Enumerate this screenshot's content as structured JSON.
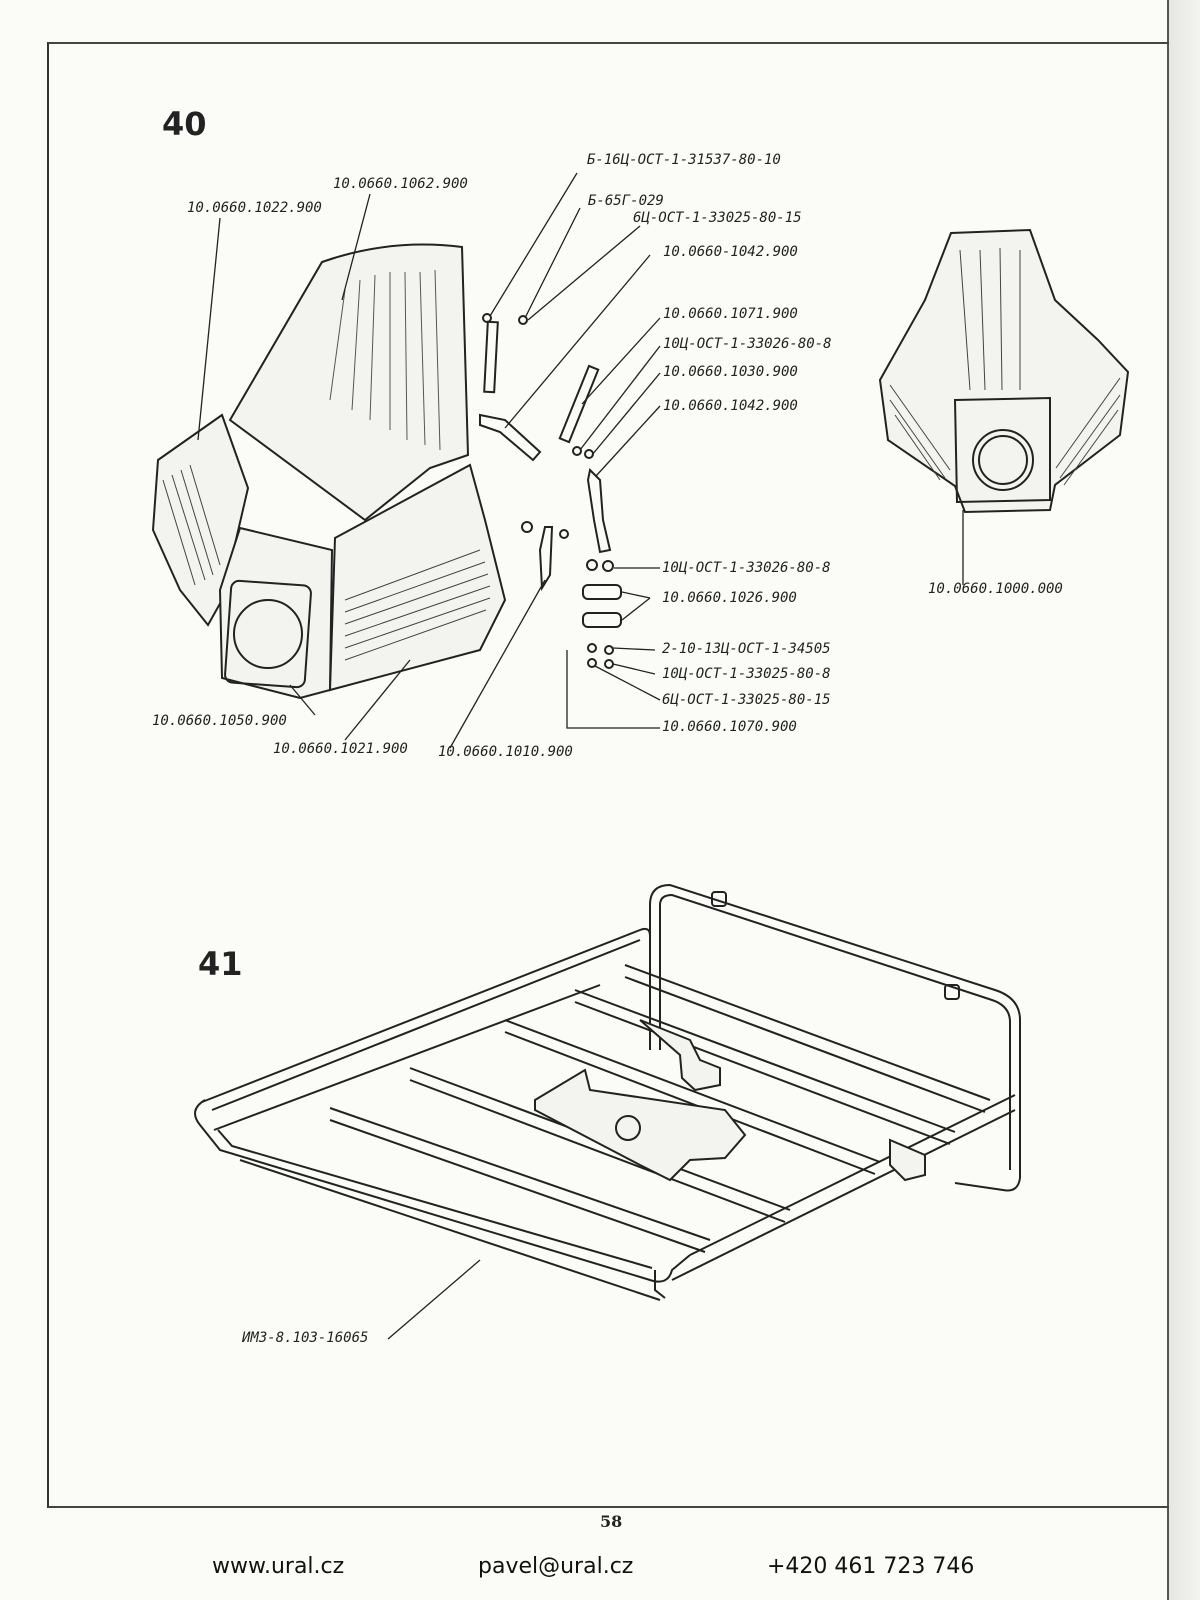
{
  "figures": {
    "fig40": {
      "number": "40",
      "labels": {
        "l1": "Б-16Ц-ОСТ-1-31537-80-10",
        "l2": "Б-65Г-029",
        "l3": "6Ц-ОСТ-1-33025-80-15",
        "l4": "10.0660-1042.900",
        "l5": "10.0660.1071.900",
        "l6": "10Ц-ОСТ-1-33026-80-8",
        "l7": "10.0660.1030.900",
        "l8": "10.0660.1042.900",
        "l9": "10Ц-ОСТ-1-33026-80-8",
        "l10": "10.0660.1026.900",
        "l11": "2-10-13Ц-ОСТ-1-34505",
        "l12": "10Ц-ОСТ-1-33025-80-8",
        "l13": "6Ц-ОСТ-1-33025-80-15",
        "l14": "10.0660.1070.900",
        "l15": "10.0660.1062.900",
        "l16": "10.0660.1022.900",
        "l17": "10.0660.1000.000",
        "l18": "10.0660.1050.900",
        "l19": "10.0660.1021.900",
        "l20": "10.0660.1010.900"
      }
    },
    "fig41": {
      "number": "41",
      "label": "ИМЗ-8.103-16065"
    }
  },
  "page_number": "58",
  "footer": {
    "website": "www.ural.cz",
    "email": "pavel@ural.cz",
    "phone": "+420 461 723 746"
  }
}
